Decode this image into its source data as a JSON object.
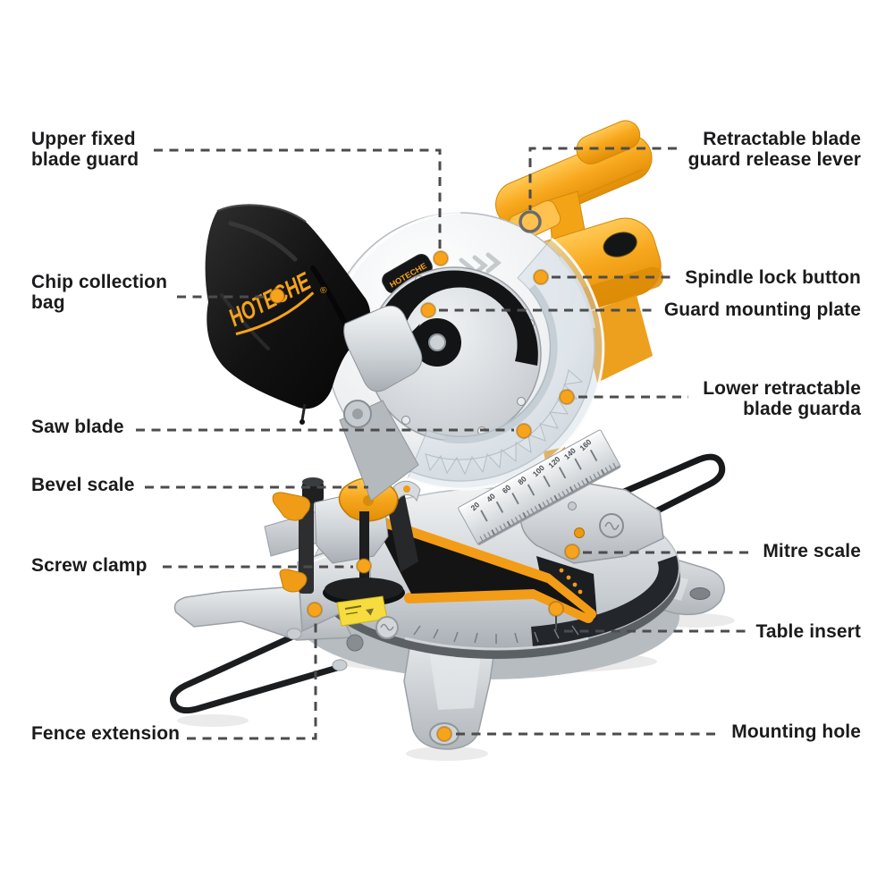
{
  "brand": {
    "logo_text": "HOTECHE",
    "registered_mark": "®"
  },
  "mitre_ruler": {
    "values": [
      "20",
      "40",
      "60",
      "80",
      "100",
      "120",
      "140",
      "160"
    ]
  },
  "colors": {
    "marker_orange": "#F7A41C",
    "machine_yellow": "#F9A81E",
    "machine_yellow_shadow": "#E08E07",
    "insert_orange": "#F29C17",
    "leader_line_gray": "#4C4C4C",
    "label_text": "#1B1B1D",
    "bag_black": "#141414",
    "silver": "#C9CED3",
    "warning_label_yellow": "#F7DC3F"
  },
  "labels": {
    "upper_fixed_blade_guard": {
      "line1": "Upper fixed",
      "line2": "blade guard"
    },
    "chip_collection_bag": {
      "line1": "Chip collection",
      "line2": "bag"
    },
    "saw_blade": {
      "line1": "Saw blade"
    },
    "bevel_scale": {
      "line1": "Bevel scale"
    },
    "screw_clamp": {
      "line1": "Screw clamp"
    },
    "fence_extension": {
      "line1": "Fence extension"
    },
    "retractable_blade_guard_release_lever": {
      "line1": "Retractable blade",
      "line2": "guard release lever"
    },
    "spindle_lock_button": {
      "line1": "Spindle lock button"
    },
    "guard_mounting_plate": {
      "line1": "Guard mounting plate"
    },
    "lower_retractable_blade_guard": {
      "line1": "Lower retractable",
      "line2": "blade guarda"
    },
    "mitre_scale": {
      "line1": "Mitre scale"
    },
    "table_insert": {
      "line1": "Table insert"
    },
    "mounting_hole": {
      "line1": "Mounting hole"
    }
  }
}
